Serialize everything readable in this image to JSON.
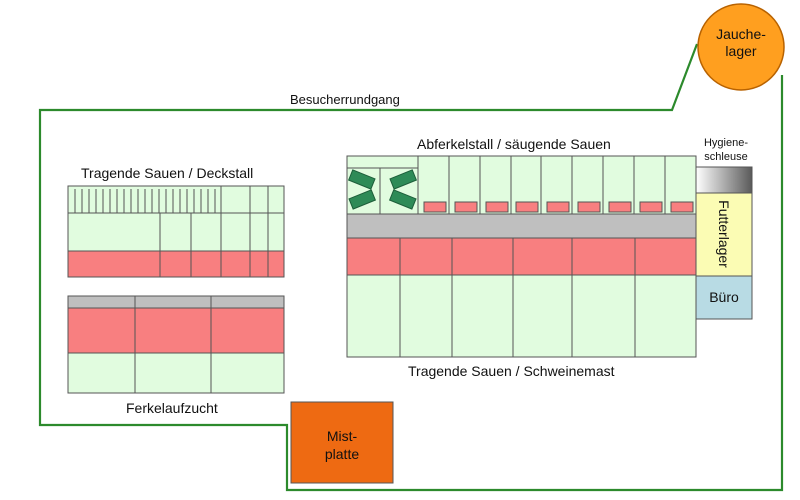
{
  "labels": {
    "visitor_path": "Besucherrundgang",
    "liquid_manure": "Jauche-\nlager",
    "gestating_mating": "Tragende Sauen / Deckstall",
    "farrowing": "Abferkelstall / säugende Sauen",
    "hygiene_lock": "Hygiene-\nschleuse",
    "feed_storage": "Futterlager",
    "office": "Büro",
    "gestating_fattening": "Tragende Sauen / Schweinemast",
    "piglet_rearing": "Ferkelaufzucht",
    "manure_plate": "Mist-\nplatte"
  },
  "colors": {
    "pen": "#e1fcdf",
    "lying_area": "#f87f80",
    "aisle": "#bfbfbf",
    "crate": "#2e8b57",
    "feed": "#fbfcb4",
    "office": "#b8dbe4",
    "manure": "#ee6a12",
    "path": "#2c8a2c",
    "tank": "#ff9f1f"
  }
}
